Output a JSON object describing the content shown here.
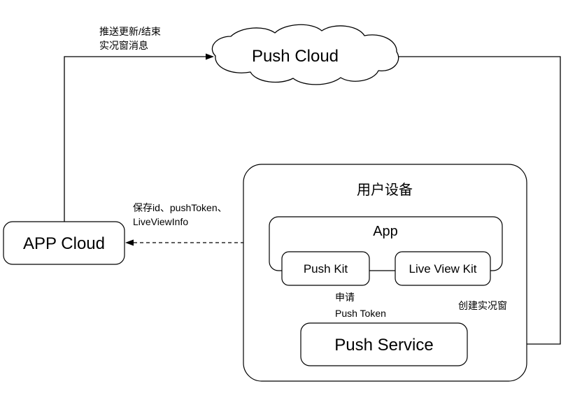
{
  "diagram": {
    "title_hidden": "",
    "background": "#ffffff",
    "stroke_color": "#000000",
    "nodes": {
      "push_cloud": {
        "label": "Push Cloud",
        "shape": "cloud"
      },
      "app_cloud": {
        "label": "APP Cloud",
        "shape": "rounded-rect"
      },
      "user_device": {
        "label": "用户设备",
        "shape": "rounded-rect-container"
      },
      "app": {
        "label": "App",
        "shape": "rounded-rect-container"
      },
      "push_kit": {
        "label": "Push Kit",
        "shape": "rounded-rect"
      },
      "live_view_kit": {
        "label": "Live View Kit",
        "shape": "rounded-rect"
      },
      "push_service": {
        "label": "Push Service",
        "shape": "rounded-rect"
      }
    },
    "edge_labels": {
      "push_update_line1": "推送更新/结束",
      "push_update_line2": "实况窗消息",
      "save_info_line1": "保存id、pushToken、",
      "save_info_line2": "LiveViewInfo",
      "apply_token_line1": "申请",
      "apply_token_line2": "Push Token",
      "create_live_view": "创建实况窗"
    }
  }
}
